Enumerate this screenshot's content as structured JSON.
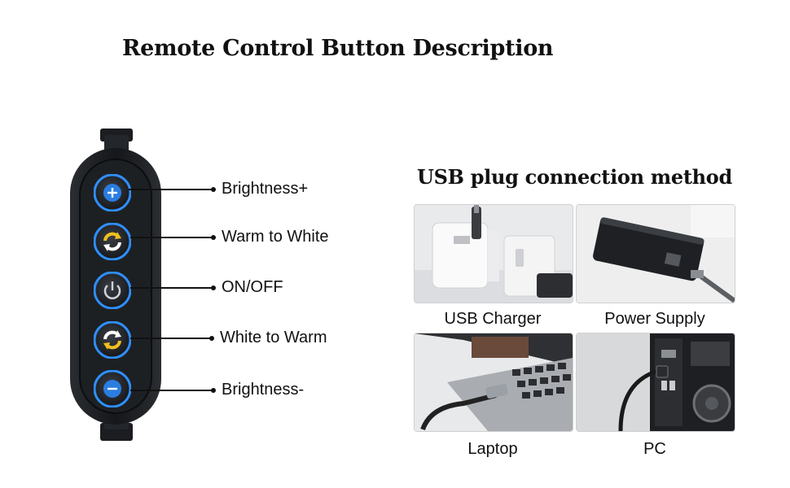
{
  "header": {
    "title": "Remote Control Button Description"
  },
  "remote": {
    "buttons": [
      {
        "label": "Brightness+",
        "icon": "plus-icon"
      },
      {
        "label": "Warm to White",
        "icon": "cycle-arrows-icon"
      },
      {
        "label": "ON/OFF",
        "icon": "power-icon"
      },
      {
        "label": "White to Warm",
        "icon": "cycle-arrows-icon"
      },
      {
        "label": "Brightness-",
        "icon": "minus-icon"
      }
    ],
    "colors": {
      "body": "#1b1d20",
      "ring": "#2f8fff",
      "plus_minus": "#2a7de1",
      "arrows": "#f0c020"
    }
  },
  "usb": {
    "title": "USB plug connection method",
    "methods": [
      {
        "caption": "USB Charger",
        "image": "usb-charger-photo"
      },
      {
        "caption": "Power Supply",
        "image": "power-bank-photo"
      },
      {
        "caption": "Laptop",
        "image": "laptop-photo"
      },
      {
        "caption": "PC",
        "image": "pc-tower-photo"
      }
    ]
  }
}
